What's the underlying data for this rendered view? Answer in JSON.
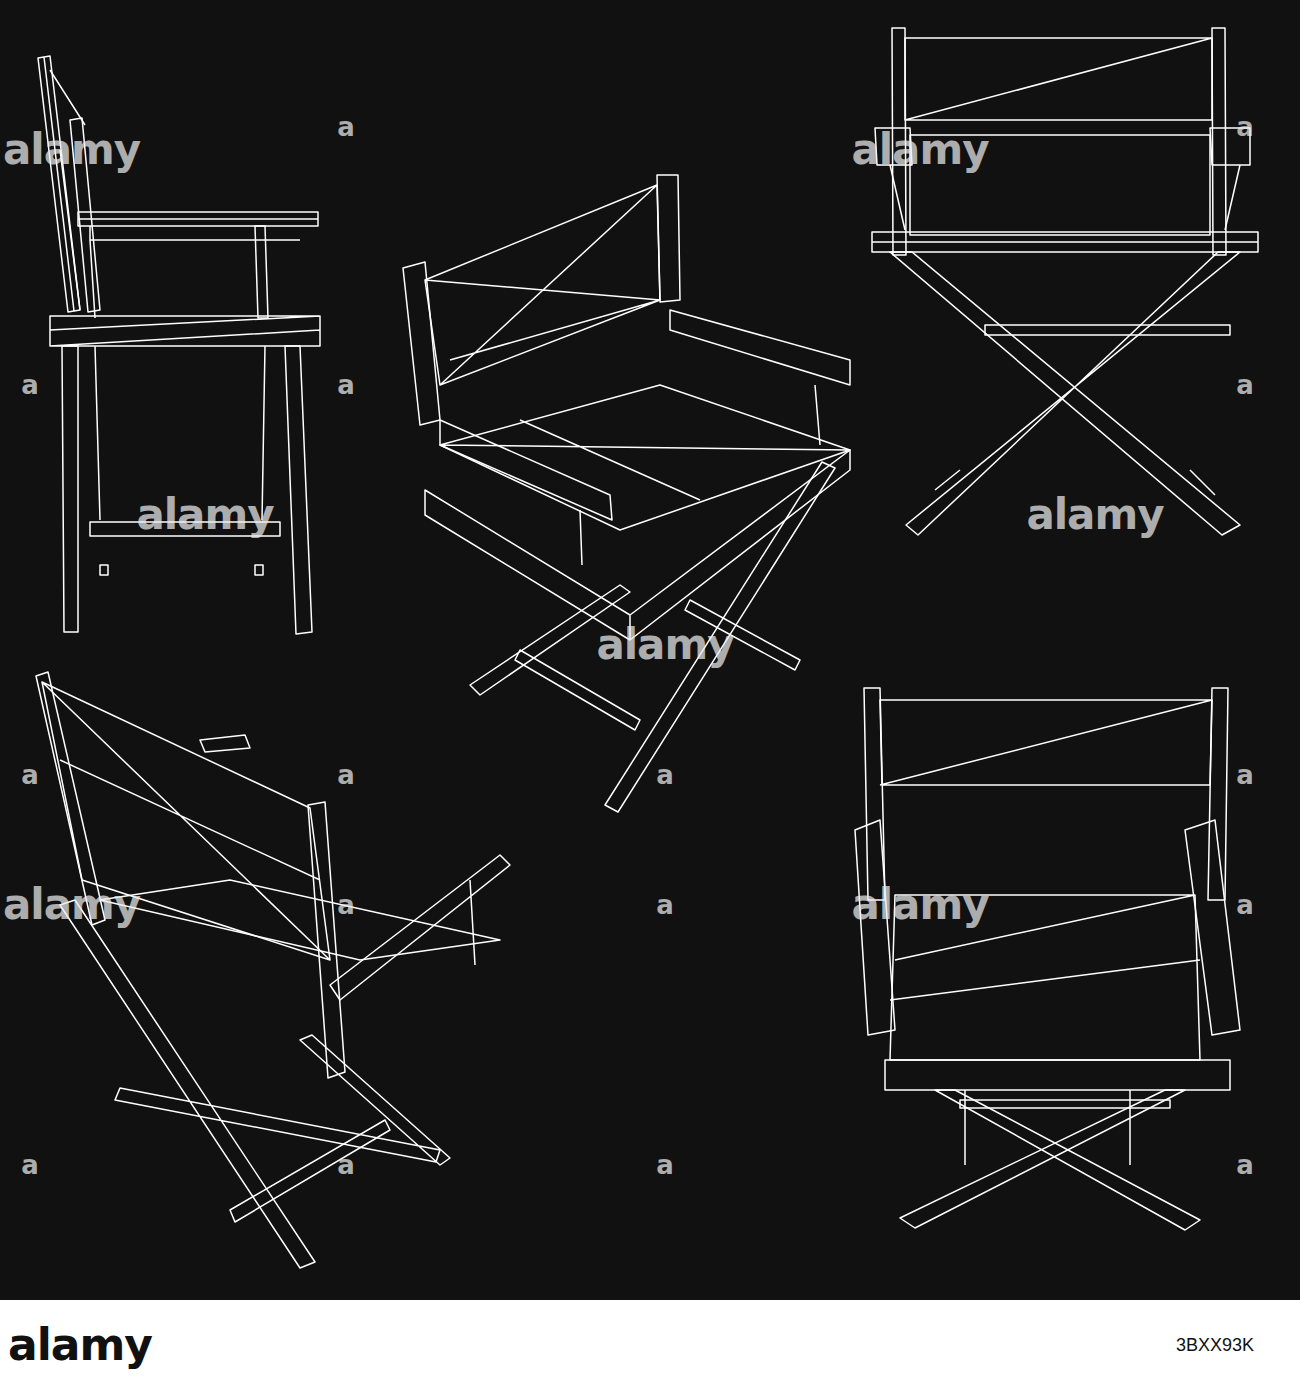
{
  "diagram": {
    "labels": [
      "alamy",
      "a",
      "alamy",
      "a",
      "a",
      "a",
      "a",
      "alamy",
      "alamy",
      "alamy",
      "a",
      "a",
      "a",
      "a",
      "alamy",
      "a",
      "a",
      "alamy",
      "a",
      "a",
      "a",
      "a",
      "a",
      "alamy",
      "3BXX93K"
    ]
  }
}
